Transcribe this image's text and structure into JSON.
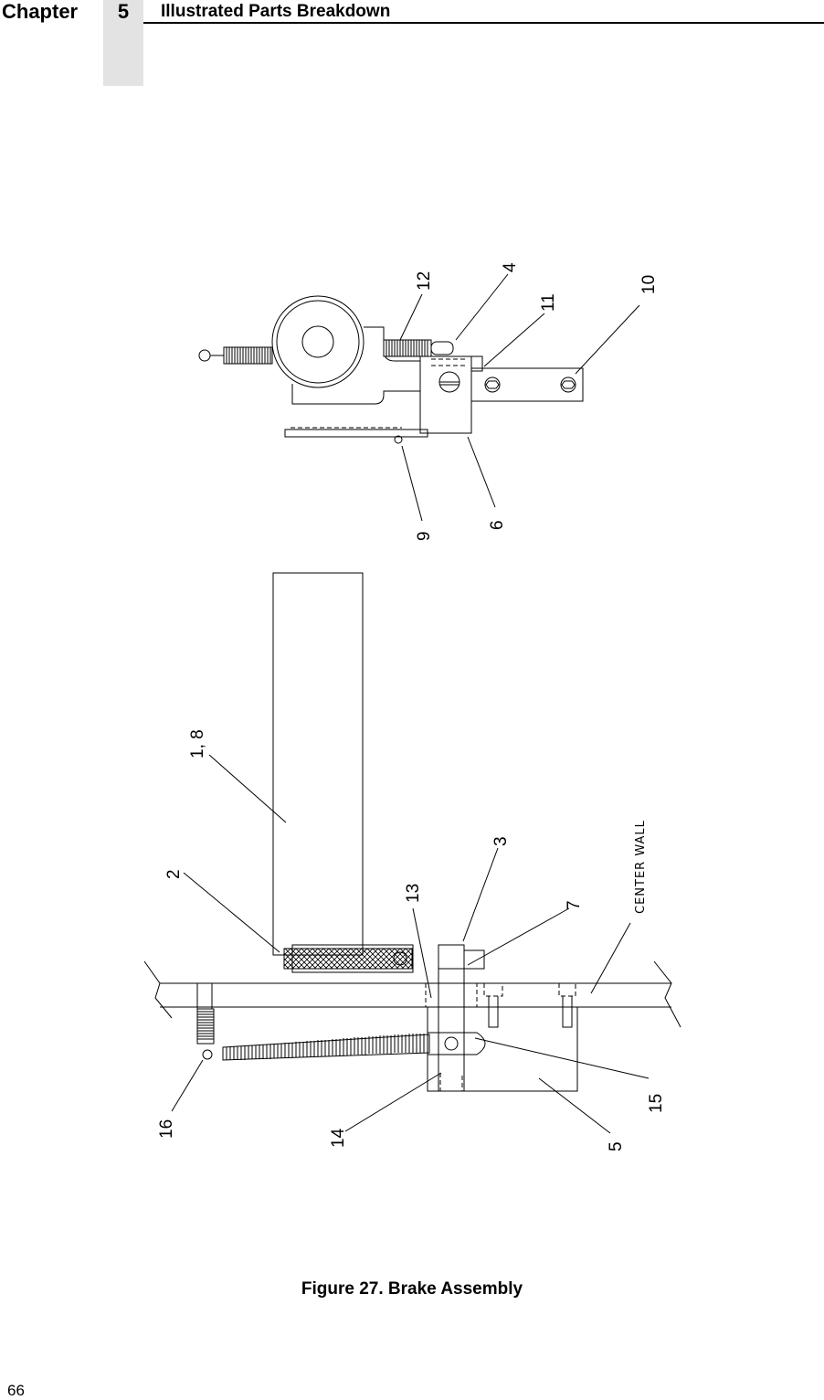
{
  "header": {
    "chapter_label": "Chapter",
    "chapter_number": "5",
    "section_title": "Illustrated Parts Breakdown"
  },
  "figure": {
    "caption": "Figure 27. Brake Assembly",
    "center_wall_label": "CENTER  WALL",
    "callouts": {
      "c12": "12",
      "c4": "4",
      "c11": "11",
      "c10": "10",
      "c9": "9",
      "c6": "6",
      "c1_8": "1, 8",
      "c2": "2",
      "c3": "3",
      "c13": "13",
      "c7": "7",
      "c16": "16",
      "c14": "14",
      "c15": "15",
      "c5": "5"
    }
  },
  "footer": {
    "page_number": "66"
  }
}
